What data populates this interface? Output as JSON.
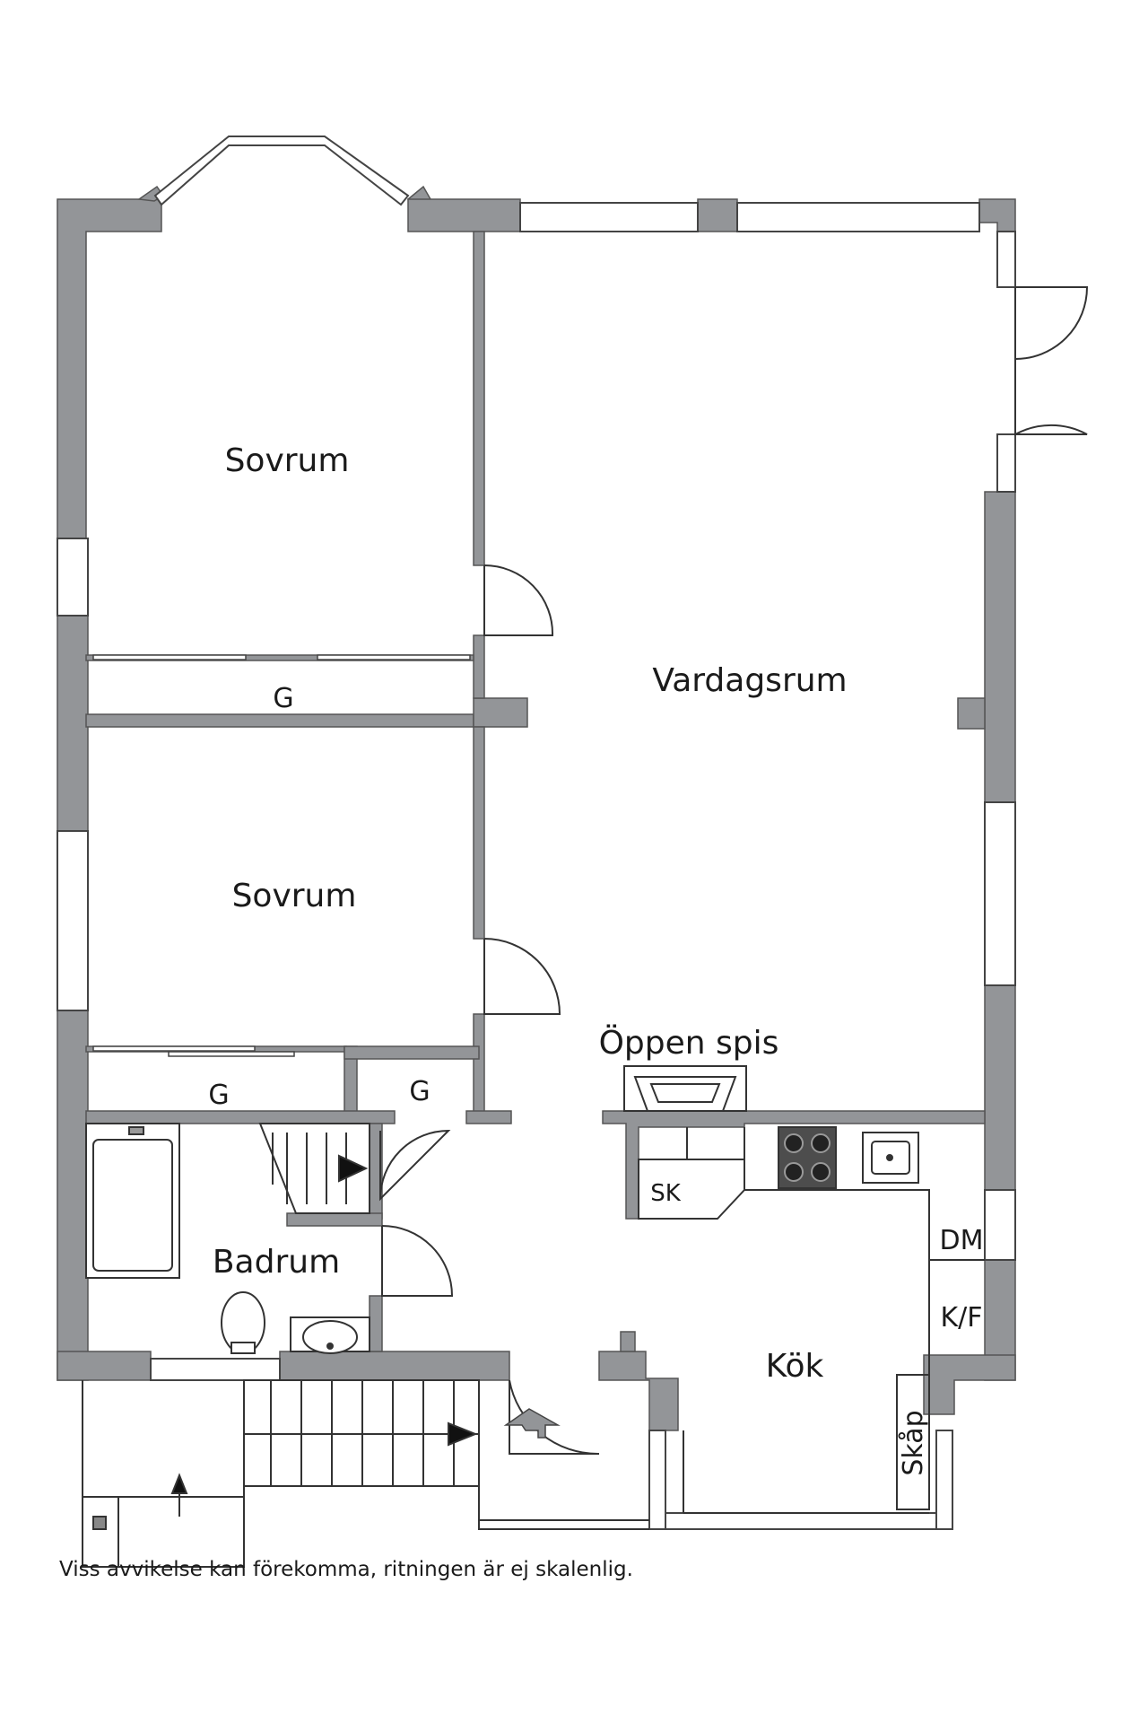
{
  "rooms": {
    "sovrum_top": "Sovrum",
    "sovrum_bottom": "Sovrum",
    "vardagsrum": "Vardagsrum",
    "badrum": "Badrum",
    "kok": "Kök"
  },
  "closets": {
    "g_top": "G",
    "g_bottom": "G",
    "g_hall": "G"
  },
  "fixtures": {
    "oppen_spis": "Öppen spis",
    "sk": "SK",
    "dm": "DM",
    "kf": "K/F",
    "skap": "Skåp"
  },
  "colors": {
    "wall": "#939598",
    "line": "#333333",
    "window": "#ffffff",
    "stove": "#4d4d4d"
  },
  "footer_note": "Viss avvikelse kan förekomma, ritningen är ej skalenlig."
}
